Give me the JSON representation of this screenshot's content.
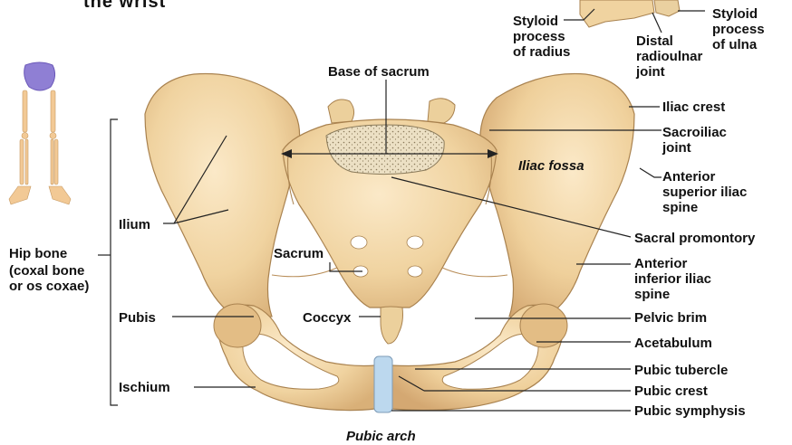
{
  "header": {
    "fragment": "the wrist"
  },
  "labels": {
    "styloid_radius": "Styloid\nprocess\nof radius",
    "distal_radioulnar": "Distal\nradioulnar\njoint",
    "styloid_ulna": "Styloid\nprocess\nof ulna",
    "base_of_sacrum": "Base of sacrum",
    "iliac_crest": "Iliac crest",
    "sacroiliac_joint": "Sacroiliac\njoint",
    "iliac_fossa": "Iliac fossa",
    "asis": "Anterior\nsuperior iliac\nspine",
    "sacral_promontory": "Sacral promontory",
    "aiis": "Anterior\ninferior iliac\nspine",
    "pelvic_brim": "Pelvic brim",
    "acetabulum": "Acetabulum",
    "pubic_tubercle": "Pubic tubercle",
    "pubic_crest": "Pubic crest",
    "pubic_symphysis": "Pubic symphysis",
    "pubic_arch": "Pubic arch",
    "ilium": "Ilium",
    "hip_bone": "Hip bone",
    "hip_bone_sub": "(coxal bone\nor os coxae)",
    "pubis": "Pubis",
    "ischium": "Ischium",
    "sacrum": "Sacrum",
    "coccyx": "Coccyx"
  },
  "colors": {
    "bone": "#f0d3a0",
    "bone_shadow": "#d9b078",
    "bone_outline": "#a9824f",
    "cartilage": "#bcd8ee",
    "sacral_base": "#e8dcc0",
    "thumbnail_pelvis": "#8f7fd4"
  }
}
